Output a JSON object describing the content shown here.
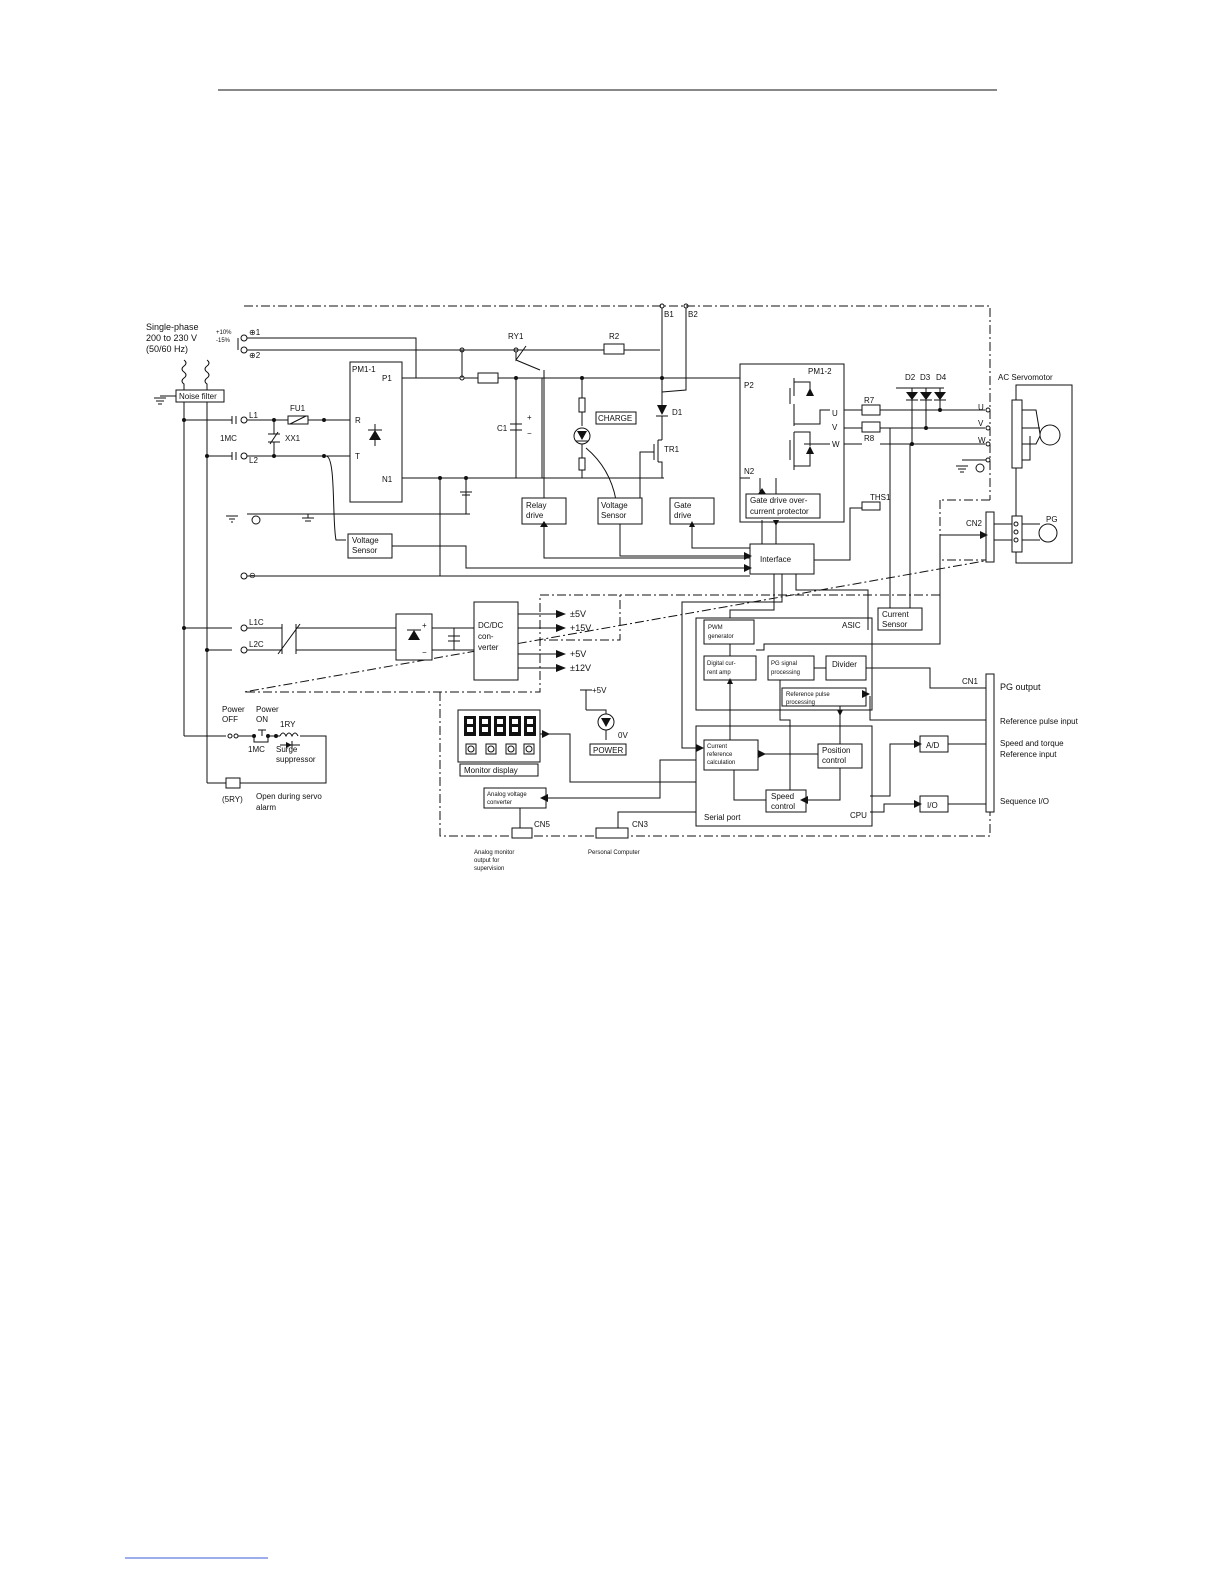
{
  "input": {
    "title_line1": "Single-phase",
    "title_line2": "200 to 230 V",
    "tolerance_plus": "+10%",
    "tolerance_minus": "-15%",
    "frequency": "(50/60 Hz)",
    "noise_filter": "Noise filter"
  },
  "terminals": {
    "plus1": "⊕1",
    "plus2": "⊕2",
    "L1": "L1",
    "L2": "L2",
    "minus": "⊖",
    "L1C": "L1C",
    "L2C": "L2C",
    "B1": "B1",
    "B2": "B2",
    "R": "R",
    "T": "T",
    "N1": "N1",
    "P1": "P1",
    "P2": "P2",
    "N2": "N2",
    "U": "U",
    "V": "V",
    "W": "W"
  },
  "components": {
    "FU1": "FU1",
    "XX1": "XX1",
    "1MC": "1MC",
    "RY1": "RY1",
    "R2": "R2",
    "C1": "C1",
    "D1": "D1",
    "TR1": "TR1",
    "PM1_1": "PM1-1",
    "PM1_2": "PM1-2",
    "D2": "D2",
    "D3": "D3",
    "D4": "D4",
    "R7": "R7",
    "R8": "R8",
    "THS1": "THS1",
    "CN1": "CN1",
    "CN2": "CN2",
    "CN3": "CN3",
    "CN5": "CN5",
    "charge": "CHARGE",
    "power": "POWER",
    "plus5v_led": "+5V",
    "zero_v": "0V"
  },
  "blocks": {
    "relay_drive": [
      "Relay",
      "drive"
    ],
    "voltage_sensor_top": [
      "Voltage",
      "Sensor"
    ],
    "gate_drive": [
      "Gate",
      "drive"
    ],
    "gate_drive_protector": [
      "Gate drive over-",
      "current protector"
    ],
    "voltage_sensor_left": [
      "Voltage",
      "Sensor"
    ],
    "interface": "Interface",
    "current_sensor": [
      "Current",
      "Sensor"
    ],
    "dcdc": [
      "DC/DC",
      "con-",
      "verter"
    ],
    "pwm": [
      "PWM",
      "generator"
    ],
    "asic": "ASIC",
    "digital_amp": [
      "Digital cur-",
      "rent amp"
    ],
    "pg_processing": [
      "PG signal",
      "processing"
    ],
    "divider": "Divider",
    "ref_pulse": [
      "Reference pulse",
      "processing"
    ],
    "current_ref": [
      "Current",
      "reference",
      "calculation"
    ],
    "position": [
      "Position",
      "control"
    ],
    "speed": [
      "Speed",
      "control"
    ],
    "serial_port": "Serial port",
    "cpu": "CPU",
    "ad": "A/D",
    "io": "I/O",
    "analog_converter": [
      "Analog voltage",
      "converter"
    ],
    "monitor_display": "Monitor display"
  },
  "outputs": {
    "v5": "±5V",
    "v15": "+15V",
    "p5": "+5V",
    "v12": "±12V"
  },
  "external": {
    "servomotor": "AC Servomotor",
    "pg": "PG",
    "pg_output": "PG output",
    "ref_pulse_input": "Reference pulse input",
    "speed_torque_1": "Speed and torque",
    "speed_torque_2": "Reference input",
    "sequence_io": "Sequence I/O",
    "analog_monitor": [
      "Analog monitor",
      "output for",
      "supervision"
    ],
    "personal_computer": "Personal Computer"
  },
  "power_circuit": {
    "power_off": [
      "Power",
      "OFF"
    ],
    "power_on": [
      "Power",
      "ON"
    ],
    "1mc": "1MC",
    "1ry": "1RY",
    "surge": [
      "Surge",
      "suppressor"
    ],
    "5ry": "(5RY)",
    "open_during": [
      "Open during servo",
      "alarm"
    ]
  }
}
